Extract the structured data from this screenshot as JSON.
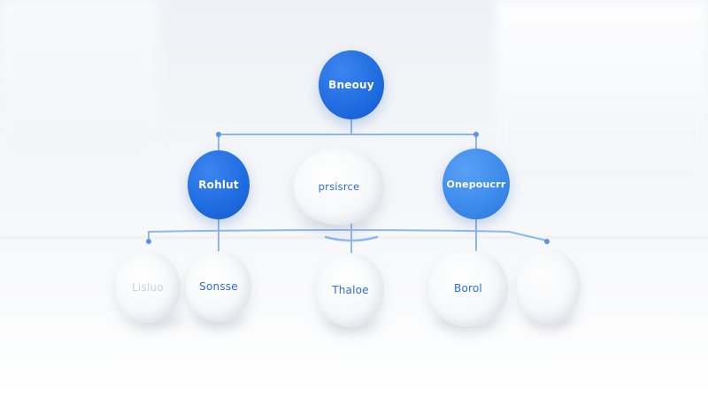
{
  "diagram": {
    "root": {
      "label": "Bneouy"
    },
    "level2": [
      {
        "label": "Rohlut"
      },
      {
        "label": "prsisrce"
      },
      {
        "label": "Onepoucrr"
      }
    ],
    "level3": [
      {
        "label": "Lisluo"
      },
      {
        "label": "Sonsse"
      },
      {
        "label": "Thaloe"
      },
      {
        "label": "Borol"
      },
      {
        "label": ""
      }
    ]
  },
  "colors": {
    "accent_blue": "#1e6be0",
    "accent_blue_light": "#3a8aeb",
    "connector": "#8cb8f0",
    "node_white": "#f7f8fa",
    "label_blue": "#2a6fd8"
  }
}
